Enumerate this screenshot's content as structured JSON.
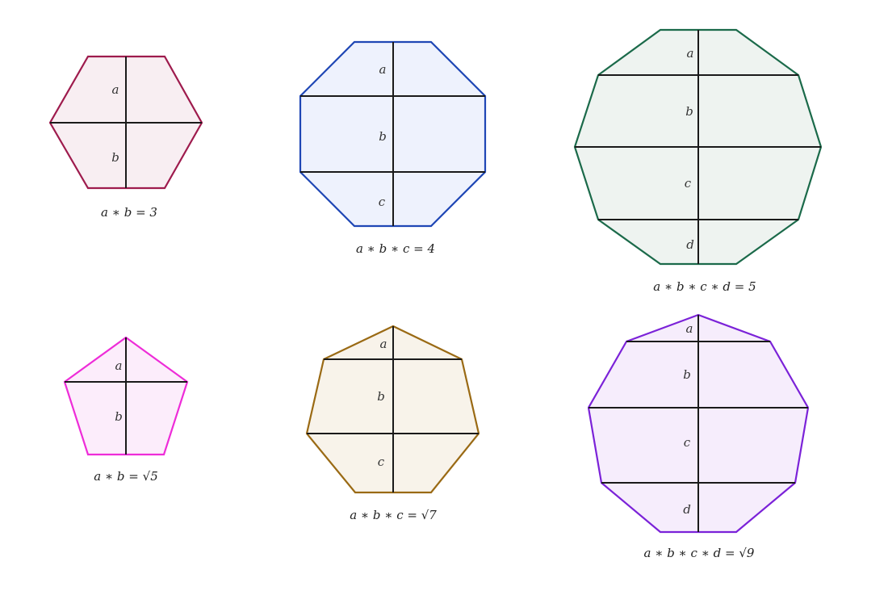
{
  "figures": [
    {
      "id": "hexagon",
      "sides": 6,
      "color": "#9e1b4d",
      "fill": "#f8eef2",
      "labels": [
        "a",
        "b"
      ],
      "caption": "a ∗ b = 3"
    },
    {
      "id": "octagon",
      "sides": 8,
      "color": "#1f47b5",
      "fill": "#eef2fd",
      "labels": [
        "a",
        "b",
        "c"
      ],
      "caption": "a ∗ b ∗ c = 4"
    },
    {
      "id": "decagon",
      "sides": 10,
      "color": "#1b6a4a",
      "fill": "#eef3f0",
      "labels": [
        "a",
        "b",
        "c",
        "d"
      ],
      "caption": "a ∗ b ∗ c ∗ d = 5"
    },
    {
      "id": "pentagon",
      "sides": 5,
      "color": "#ee2cd8",
      "fill": "#fcedfb",
      "labels": [
        "a",
        "b"
      ],
      "caption": "a ∗ b = √5"
    },
    {
      "id": "heptagon",
      "sides": 7,
      "color": "#9a6a14",
      "fill": "#f8f3ea",
      "labels": [
        "a",
        "b",
        "c"
      ],
      "caption": "a ∗ b ∗ c = √7"
    },
    {
      "id": "nonagon",
      "sides": 9,
      "color": "#7b22d8",
      "fill": "#f6edfc",
      "labels": [
        "a",
        "b",
        "c",
        "d"
      ],
      "caption": "a ∗ b ∗ c ∗ d = √9"
    }
  ]
}
